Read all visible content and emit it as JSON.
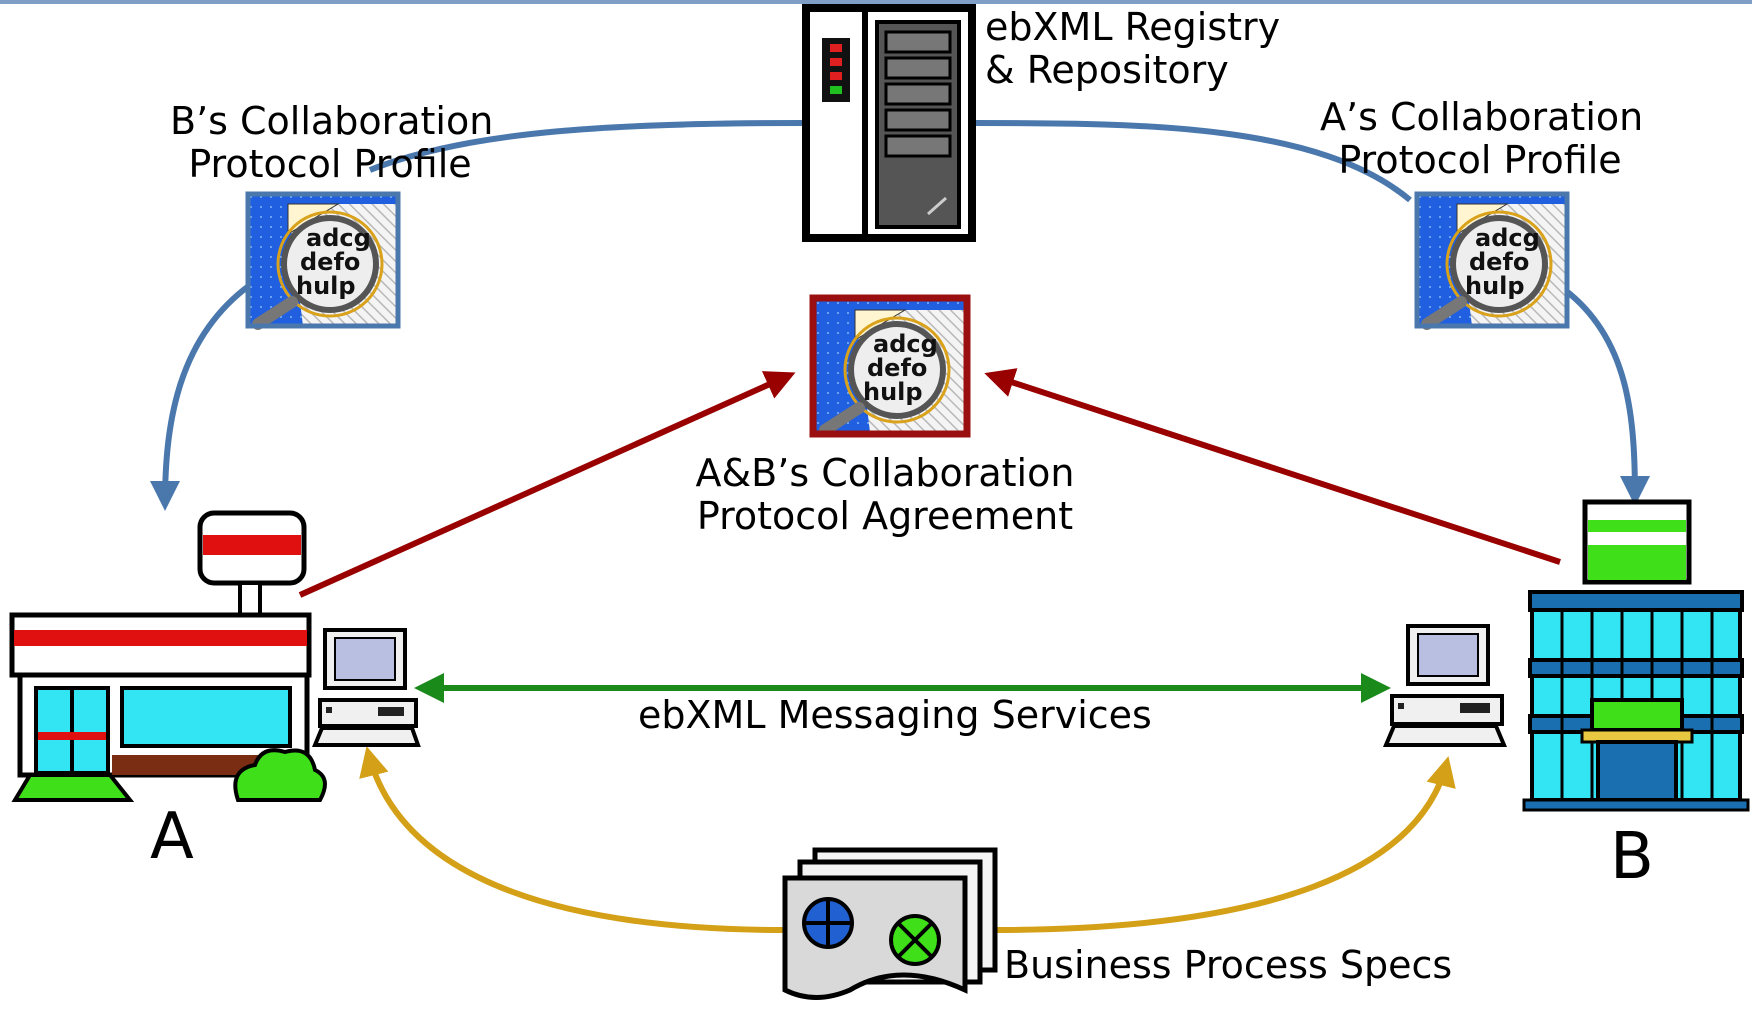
{
  "registry": {
    "line1": "ebXML Registry",
    "line2": "& Repository"
  },
  "b_cpp": {
    "line1": "B’s Collaboration",
    "line2": "Protocol Profile"
  },
  "a_cpp": {
    "line1": "A’s Collaboration",
    "line2": "Protocol Profile"
  },
  "cpa": {
    "line1": "A&B’s Collaboration",
    "line2": "Protocol Agreement"
  },
  "messaging": "ebXML Messaging Services",
  "bps": "Business Process Specs",
  "party_a": "A",
  "party_b": "B",
  "doc_icon_text": {
    "l1": "adcg",
    "l2": "defo",
    "l3": "hulp"
  },
  "colors": {
    "blue_flow": "#4a78ad",
    "red_flow": "#990000",
    "green_flow": "#1a8a1a",
    "gold_flow": "#d4a017",
    "top_rule": "#7f9fc6"
  }
}
